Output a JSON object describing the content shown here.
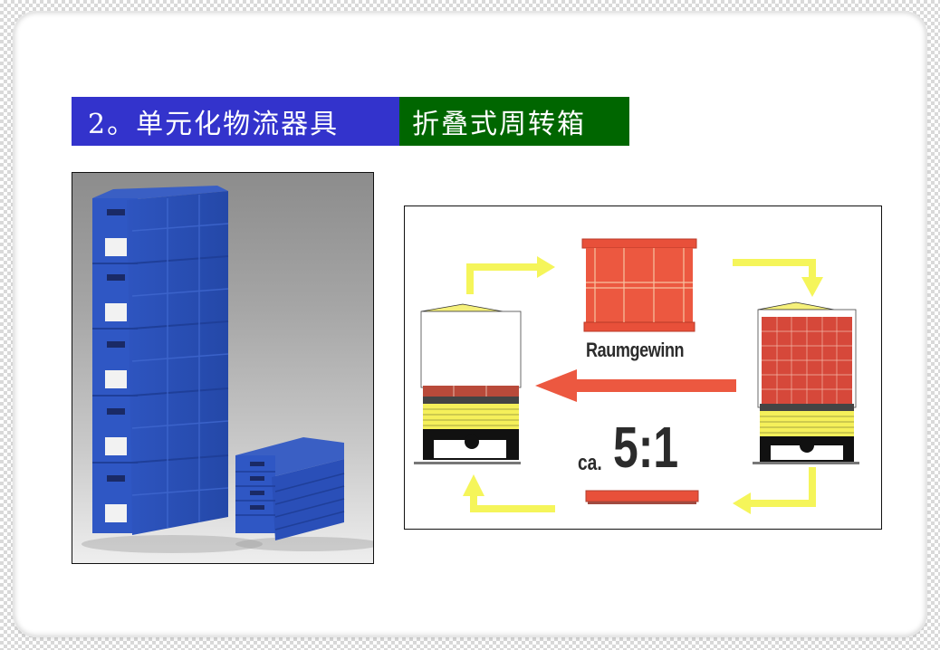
{
  "slide": {
    "title_left": "2。单元化物流器具",
    "title_right": "折叠式周转箱",
    "colors": {
      "title_left_bg": "#3333cc",
      "title_right_bg": "#006600",
      "title_text": "#ffffff",
      "container_red": "#e8503a",
      "arrow_yellow": "#f5f55a",
      "photo_crate_blue": "#2a4fb8"
    }
  },
  "photo": {
    "description": "Blue folding crates: tall stack of 5 erected crates and a small stack of 5 folded crates",
    "tall_stack_count": 5,
    "folded_stack_count": 5
  },
  "diagram": {
    "label_space_gain": "Raumgewinn",
    "ratio_prefix": "ca.",
    "ratio_value": "5:1",
    "elements": [
      "truck-empty-return",
      "erected-container",
      "truck-full-load",
      "folded-container",
      "cycle-arrows",
      "red-return-arrow"
    ]
  }
}
